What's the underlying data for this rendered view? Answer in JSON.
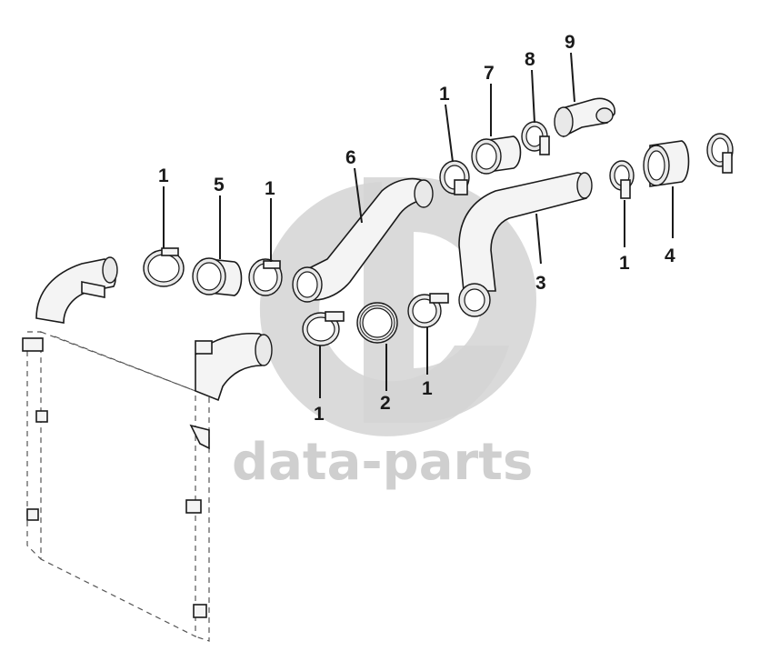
{
  "watermark": {
    "brand": "data-parts",
    "color": "#cfcfcf"
  },
  "callouts": [
    {
      "id": "c1a",
      "label": "1"
    },
    {
      "id": "c5",
      "label": "5"
    },
    {
      "id": "c1b",
      "label": "1"
    },
    {
      "id": "c6",
      "label": "6"
    },
    {
      "id": "c1c",
      "label": "1"
    },
    {
      "id": "c7",
      "label": "7"
    },
    {
      "id": "c8",
      "label": "8"
    },
    {
      "id": "c9",
      "label": "9"
    },
    {
      "id": "c1d",
      "label": "1"
    },
    {
      "id": "c4",
      "label": "4"
    },
    {
      "id": "c3",
      "label": "3"
    },
    {
      "id": "c1e",
      "label": "1"
    },
    {
      "id": "c2",
      "label": "2"
    },
    {
      "id": "c1f",
      "label": "1"
    }
  ]
}
